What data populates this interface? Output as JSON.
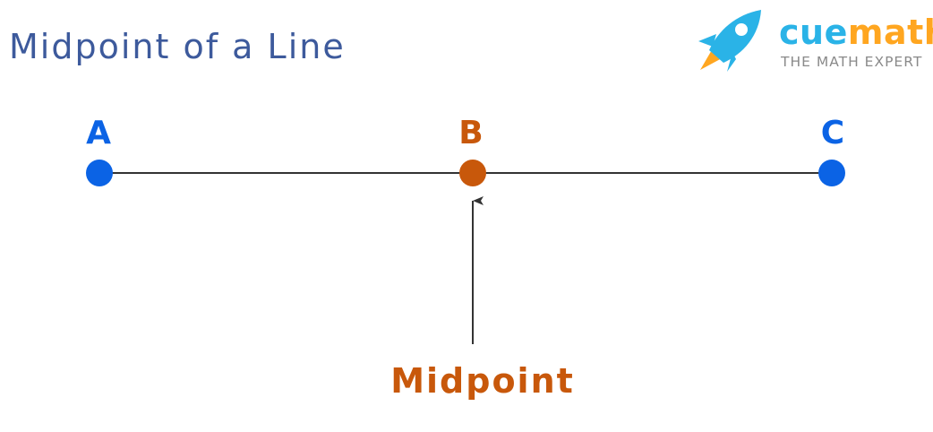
{
  "title": "Midpoint of a Line",
  "brand": {
    "name_part1": "cue",
    "name_part2": "math",
    "tagline": "THE MATH EXPERT",
    "colors": {
      "name_part1": "#2ab3e7",
      "name_part2": "#ffa620",
      "rocket": "#2ab3e7",
      "flame": "#ffa620",
      "tagline": "#8a8a8a"
    },
    "icon": "rocket-icon"
  },
  "diagram": {
    "points": [
      {
        "label": "A",
        "color": "#0b63e5"
      },
      {
        "label": "B",
        "color": "#c8580b"
      },
      {
        "label": "C",
        "color": "#0b63e5"
      }
    ],
    "annotation": {
      "text": "Midpoint",
      "color": "#c8580b"
    },
    "line_color": "#333333"
  }
}
